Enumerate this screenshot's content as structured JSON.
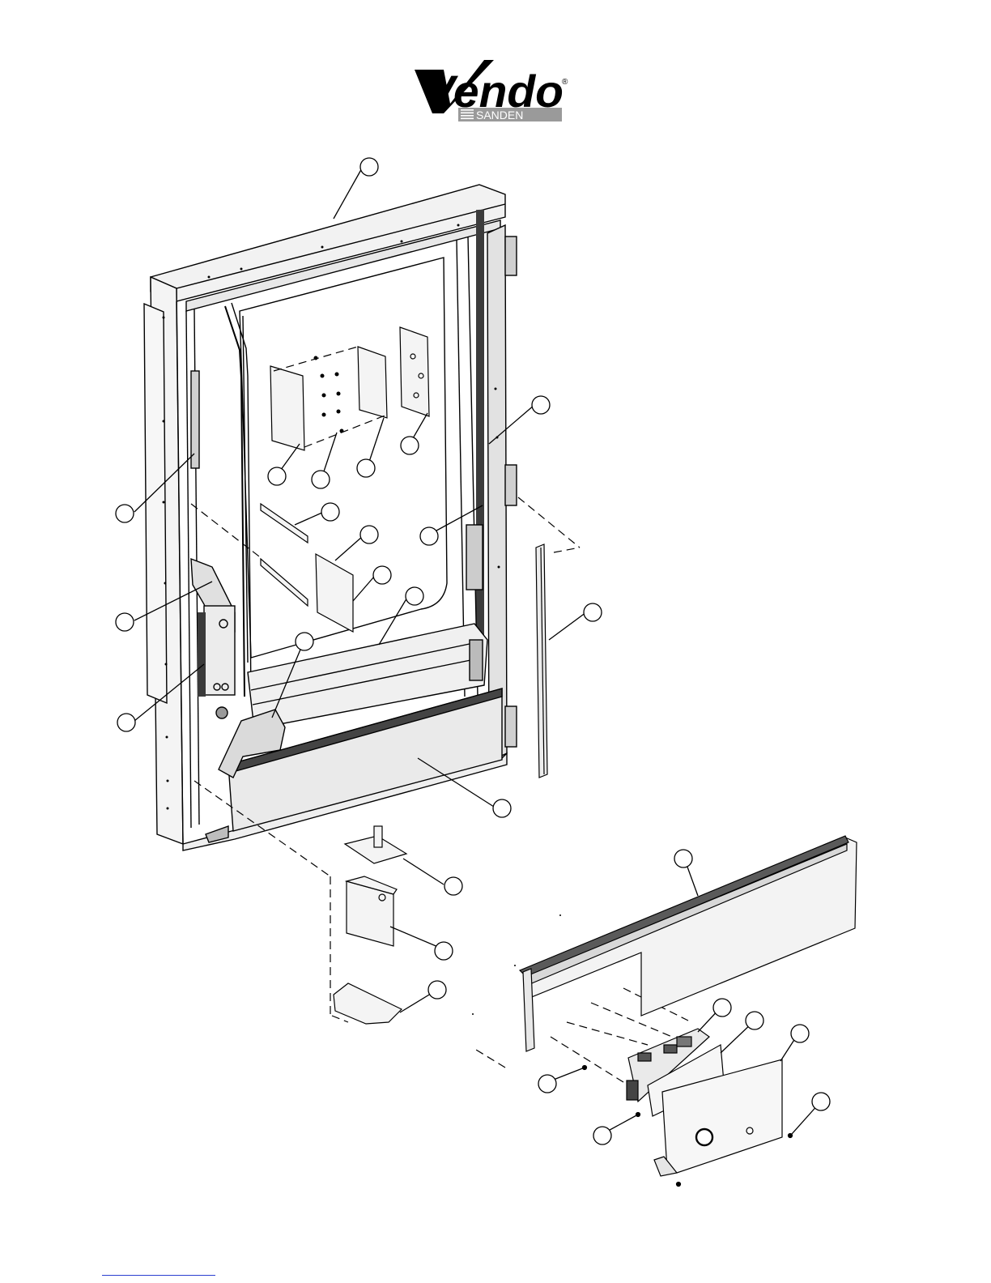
{
  "logo": {
    "brand_word": "Vendo",
    "registered_mark": "®",
    "sub_brand": "SANDEN"
  },
  "diagram": {
    "kind": "exploded parts view",
    "callout_labels": [],
    "colors": {
      "line": "#000000",
      "panel": "#d9d9d9",
      "dark": "#4a4a4a",
      "light": "#eeeeee",
      "logo_bar": "#9a9a9a"
    }
  },
  "footer": {
    "link_color": "#2a3fd0"
  }
}
